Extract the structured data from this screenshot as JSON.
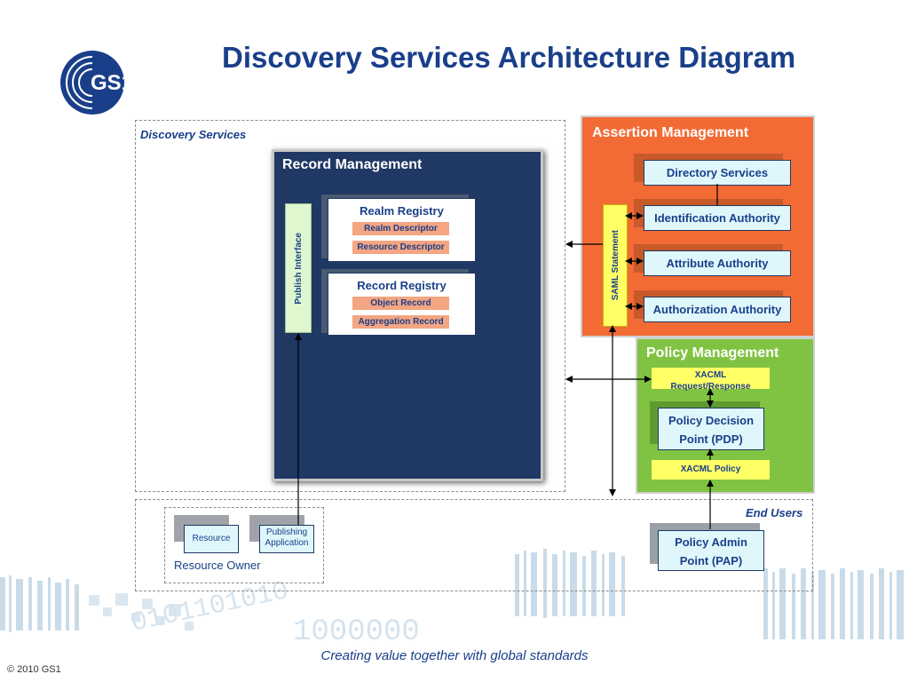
{
  "title": "Discovery Services Architecture Diagram",
  "logo": {
    "text": "GS1",
    "color": "#1a3f8a"
  },
  "colors": {
    "accent": "#1a3f8a",
    "record_management": "#1f3864",
    "assertion_management": "#f26b35",
    "policy_management": "#80c342",
    "highlight_yellow": "#ffff66",
    "highlight_salmon": "#f4a582",
    "cyan_box": "#dff7fb"
  },
  "discovery_services": {
    "label": "Discovery Services",
    "record_management": {
      "title": "Record Management",
      "publish_interface": "Publish Interface",
      "realm_registry": {
        "title": "Realm Registry",
        "items": [
          "Realm Descriptor",
          "Resource Descriptor"
        ]
      },
      "record_registry": {
        "title": "Record Registry",
        "items": [
          "Object Record",
          "Aggregation Record"
        ]
      }
    }
  },
  "assertion_management": {
    "title": "Assertion Management",
    "saml_statement": "SAML Statement",
    "items": [
      "Directory Services",
      "Identification Authority",
      "Attribute Authority",
      "Authorization Authority"
    ]
  },
  "policy_management": {
    "title": "Policy Management",
    "xacml_request": "XACML Request/Response",
    "pdp_line1": "Policy Decision",
    "pdp_line2": "Point (PDP)",
    "xacml_policy": "XACML Policy"
  },
  "end_users": {
    "label": "End Users",
    "pap_line1": "Policy Admin",
    "pap_line2": "Point (PAP)"
  },
  "resource_owner": {
    "label": "Resource Owner",
    "resource": "Resource",
    "publishing_line1": "Publishing",
    "publishing_line2": "Application"
  },
  "footer": {
    "motto": "Creating value together with global standards",
    "copyright": "© 2010 GS1"
  }
}
